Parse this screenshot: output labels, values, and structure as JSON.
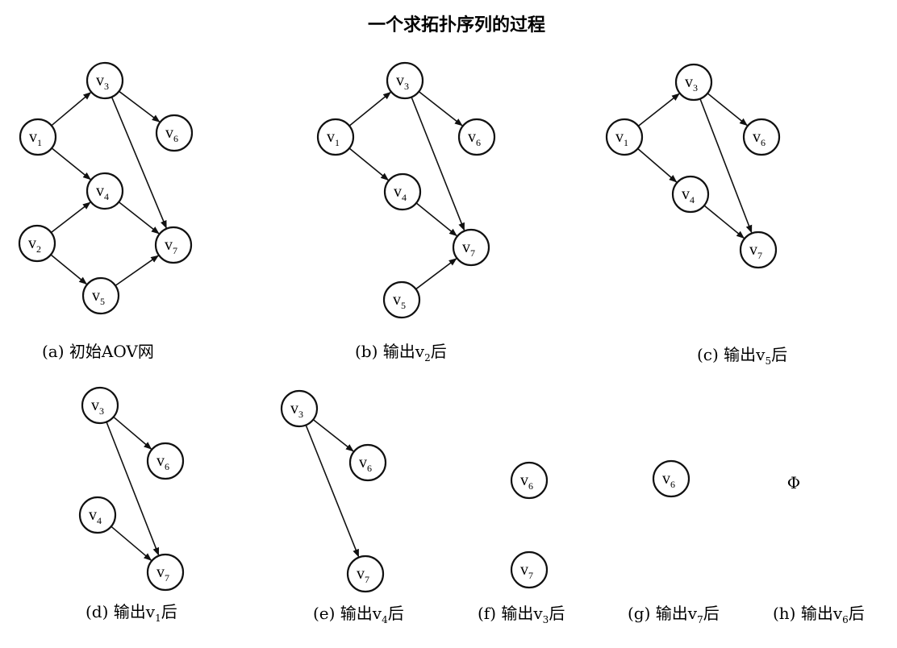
{
  "title": "一个求拓扑序列的过程",
  "panels": [
    {
      "caption": {
        "prefix": "(a) 初始AOV网",
        "sub": "",
        "suffix": ""
      },
      "nodes": [
        {
          "id": "v1",
          "base": "v",
          "sub": "1"
        },
        {
          "id": "v2",
          "base": "v",
          "sub": "2"
        },
        {
          "id": "v3",
          "base": "v",
          "sub": "3"
        },
        {
          "id": "v4",
          "base": "v",
          "sub": "4"
        },
        {
          "id": "v5",
          "base": "v",
          "sub": "5"
        },
        {
          "id": "v6",
          "base": "v",
          "sub": "6"
        },
        {
          "id": "v7",
          "base": "v",
          "sub": "7"
        }
      ],
      "edges": [
        {
          "from": "v1",
          "to": "v3"
        },
        {
          "from": "v1",
          "to": "v4"
        },
        {
          "from": "v2",
          "to": "v4"
        },
        {
          "from": "v2",
          "to": "v5"
        },
        {
          "from": "v3",
          "to": "v6"
        },
        {
          "from": "v3",
          "to": "v7"
        },
        {
          "from": "v4",
          "to": "v7"
        },
        {
          "from": "v5",
          "to": "v7"
        }
      ]
    },
    {
      "caption": {
        "prefix": "(b) 输出v",
        "sub": "2",
        "suffix": "后"
      },
      "nodes": [
        {
          "id": "v1",
          "base": "v",
          "sub": "1"
        },
        {
          "id": "v3",
          "base": "v",
          "sub": "3"
        },
        {
          "id": "v4",
          "base": "v",
          "sub": "4"
        },
        {
          "id": "v5",
          "base": "v",
          "sub": "5"
        },
        {
          "id": "v6",
          "base": "v",
          "sub": "6"
        },
        {
          "id": "v7",
          "base": "v",
          "sub": "7"
        }
      ],
      "edges": [
        {
          "from": "v1",
          "to": "v3"
        },
        {
          "from": "v1",
          "to": "v4"
        },
        {
          "from": "v3",
          "to": "v6"
        },
        {
          "from": "v3",
          "to": "v7"
        },
        {
          "from": "v4",
          "to": "v7"
        },
        {
          "from": "v5",
          "to": "v7"
        }
      ]
    },
    {
      "caption": {
        "prefix": "(c) 输出v",
        "sub": "5",
        "suffix": "后"
      },
      "nodes": [
        {
          "id": "v1",
          "base": "v",
          "sub": "1"
        },
        {
          "id": "v3",
          "base": "v",
          "sub": "3"
        },
        {
          "id": "v4",
          "base": "v",
          "sub": "4"
        },
        {
          "id": "v6",
          "base": "v",
          "sub": "6"
        },
        {
          "id": "v7",
          "base": "v",
          "sub": "7"
        }
      ],
      "edges": [
        {
          "from": "v1",
          "to": "v3"
        },
        {
          "from": "v1",
          "to": "v4"
        },
        {
          "from": "v3",
          "to": "v6"
        },
        {
          "from": "v3",
          "to": "v7"
        },
        {
          "from": "v4",
          "to": "v7"
        }
      ]
    },
    {
      "caption": {
        "prefix": "(d) 输出v",
        "sub": "1",
        "suffix": "后"
      },
      "nodes": [
        {
          "id": "v3",
          "base": "v",
          "sub": "3"
        },
        {
          "id": "v4",
          "base": "v",
          "sub": "4"
        },
        {
          "id": "v6",
          "base": "v",
          "sub": "6"
        },
        {
          "id": "v7",
          "base": "v",
          "sub": "7"
        }
      ],
      "edges": [
        {
          "from": "v3",
          "to": "v6"
        },
        {
          "from": "v3",
          "to": "v7"
        },
        {
          "from": "v4",
          "to": "v7"
        }
      ]
    },
    {
      "caption": {
        "prefix": "(e) 输出v",
        "sub": "4",
        "suffix": "后"
      },
      "nodes": [
        {
          "id": "v3",
          "base": "v",
          "sub": "3"
        },
        {
          "id": "v6",
          "base": "v",
          "sub": "6"
        },
        {
          "id": "v7",
          "base": "v",
          "sub": "7"
        }
      ],
      "edges": [
        {
          "from": "v3",
          "to": "v6"
        },
        {
          "from": "v3",
          "to": "v7"
        }
      ]
    },
    {
      "caption": {
        "prefix": "(f) 输出v",
        "sub": "3",
        "suffix": "后"
      },
      "nodes": [
        {
          "id": "v6",
          "base": "v",
          "sub": "6"
        },
        {
          "id": "v7",
          "base": "v",
          "sub": "7"
        }
      ],
      "edges": []
    },
    {
      "caption": {
        "prefix": "(g) 输出v",
        "sub": "7",
        "suffix": "后"
      },
      "nodes": [
        {
          "id": "v6",
          "base": "v",
          "sub": "6"
        }
      ],
      "edges": []
    },
    {
      "caption": {
        "prefix": "(h) 输出v",
        "sub": "6",
        "suffix": "后"
      },
      "nodes": [],
      "edges": [],
      "empty_symbol": "Φ"
    }
  ]
}
